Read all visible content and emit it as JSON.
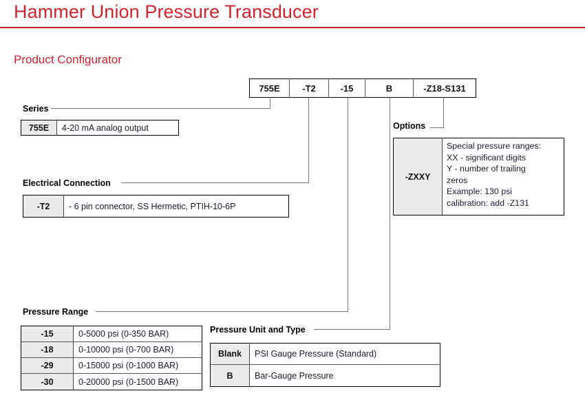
{
  "header": {
    "title": "Hammer Union Pressure Transducer",
    "section_title": "Product Configurator",
    "rule_color": "#cf2430",
    "title_color": "#cf2430"
  },
  "part_number": {
    "name": "example-part-number",
    "segments": [
      {
        "value": "755E",
        "width": 58
      },
      {
        "value": "-T2",
        "width": 57
      },
      {
        "value": "-15",
        "width": 53
      },
      {
        "value": "B",
        "width": 70
      },
      {
        "value": "-Z18-S131",
        "width": 90
      }
    ]
  },
  "groups": {
    "series": {
      "label": "Series",
      "rows": [
        {
          "code": "755E",
          "desc": "4-20 mA analog output"
        }
      ]
    },
    "electrical_connection": {
      "label": "Electrical Connection",
      "rows": [
        {
          "code": "-T2",
          "desc": "- 6 pin connector, SS Hermetic, PTIH-10-6P"
        }
      ]
    },
    "options": {
      "label": "Options",
      "code": "-ZXXY",
      "desc_lines": [
        "Special pressure ranges:",
        "XX - significant digits",
        "Y - number of trailing",
        "zeros",
        "Example: 130 psi",
        "calibration: add -Z131"
      ]
    },
    "pressure_range": {
      "label": "Pressure Range",
      "rows": [
        {
          "code": "-15",
          "desc": "0-5000 psi (0-350 BAR)"
        },
        {
          "code": "-18",
          "desc": "0-10000 psi (0-700 BAR)"
        },
        {
          "code": "-29",
          "desc": "0-15000 psi (0-1000 BAR)"
        },
        {
          "code": "-30",
          "desc": "0-20000 psi (0-1500 BAR)"
        }
      ]
    },
    "pressure_unit_and_type": {
      "label": "Pressure Unit and Type",
      "rows": [
        {
          "code": "Blank",
          "desc": "PSI Gauge Pressure (Standard)"
        },
        {
          "code": "B",
          "desc": "Bar-Gauge Pressure"
        }
      ]
    }
  },
  "colors": {
    "code_cell_fill": "#ebebeb",
    "leader_line": "#767676",
    "border": "#000000"
  }
}
